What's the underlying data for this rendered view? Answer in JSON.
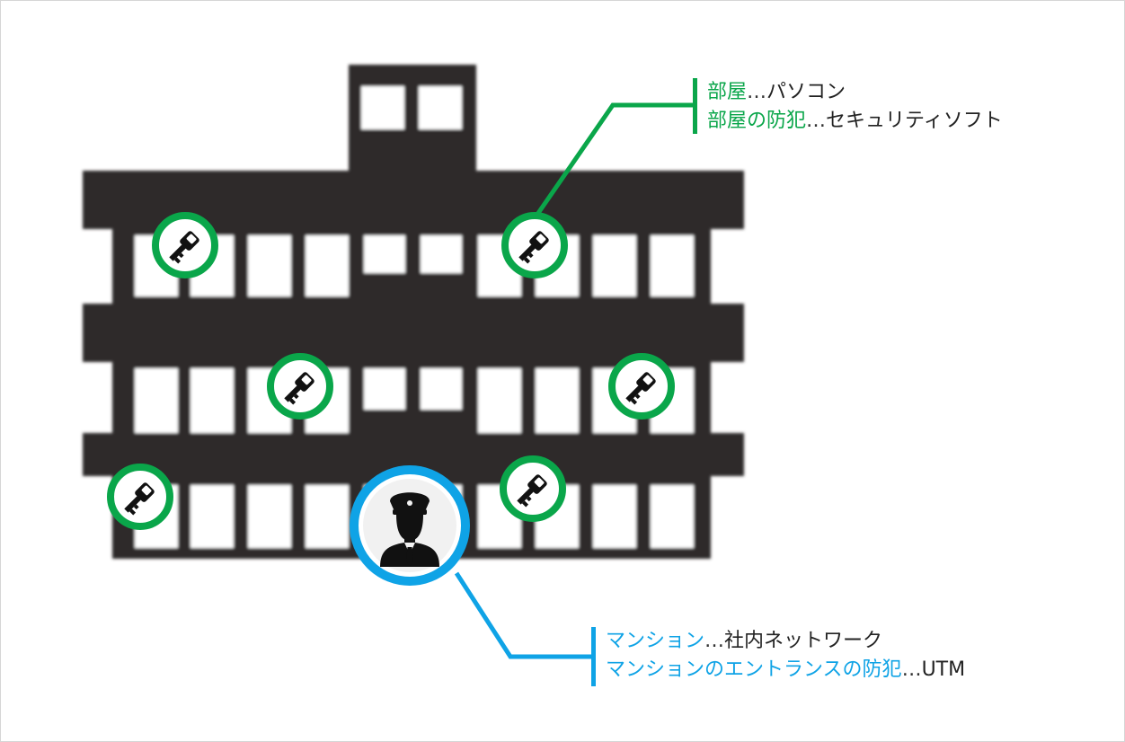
{
  "colors": {
    "building": "#2f2b29",
    "window": "#ffffff",
    "accent_green": "#0aa64a",
    "accent_blue": "#0fa3e6",
    "icon_bg": "#ffffff",
    "icon_fill": "#111111",
    "text": "#222222"
  },
  "callouts": {
    "room": {
      "line1": {
        "term": "部屋",
        "sep": "…",
        "desc": "パソコン"
      },
      "line2": {
        "term": "部屋の防犯",
        "sep": "…",
        "desc": "セキュリティソフト"
      }
    },
    "mansion": {
      "line1": {
        "term": "マンション",
        "sep": "…",
        "desc": "社内ネットワーク"
      },
      "line2": {
        "term": "マンションのエントランスの防犯",
        "sep": "…",
        "desc": "UTM"
      }
    }
  },
  "icons": {
    "key_badges": [
      "key-icon",
      "key-icon",
      "key-icon",
      "key-icon",
      "key-icon",
      "key-icon"
    ],
    "guard_badge": "security-guard-icon"
  }
}
